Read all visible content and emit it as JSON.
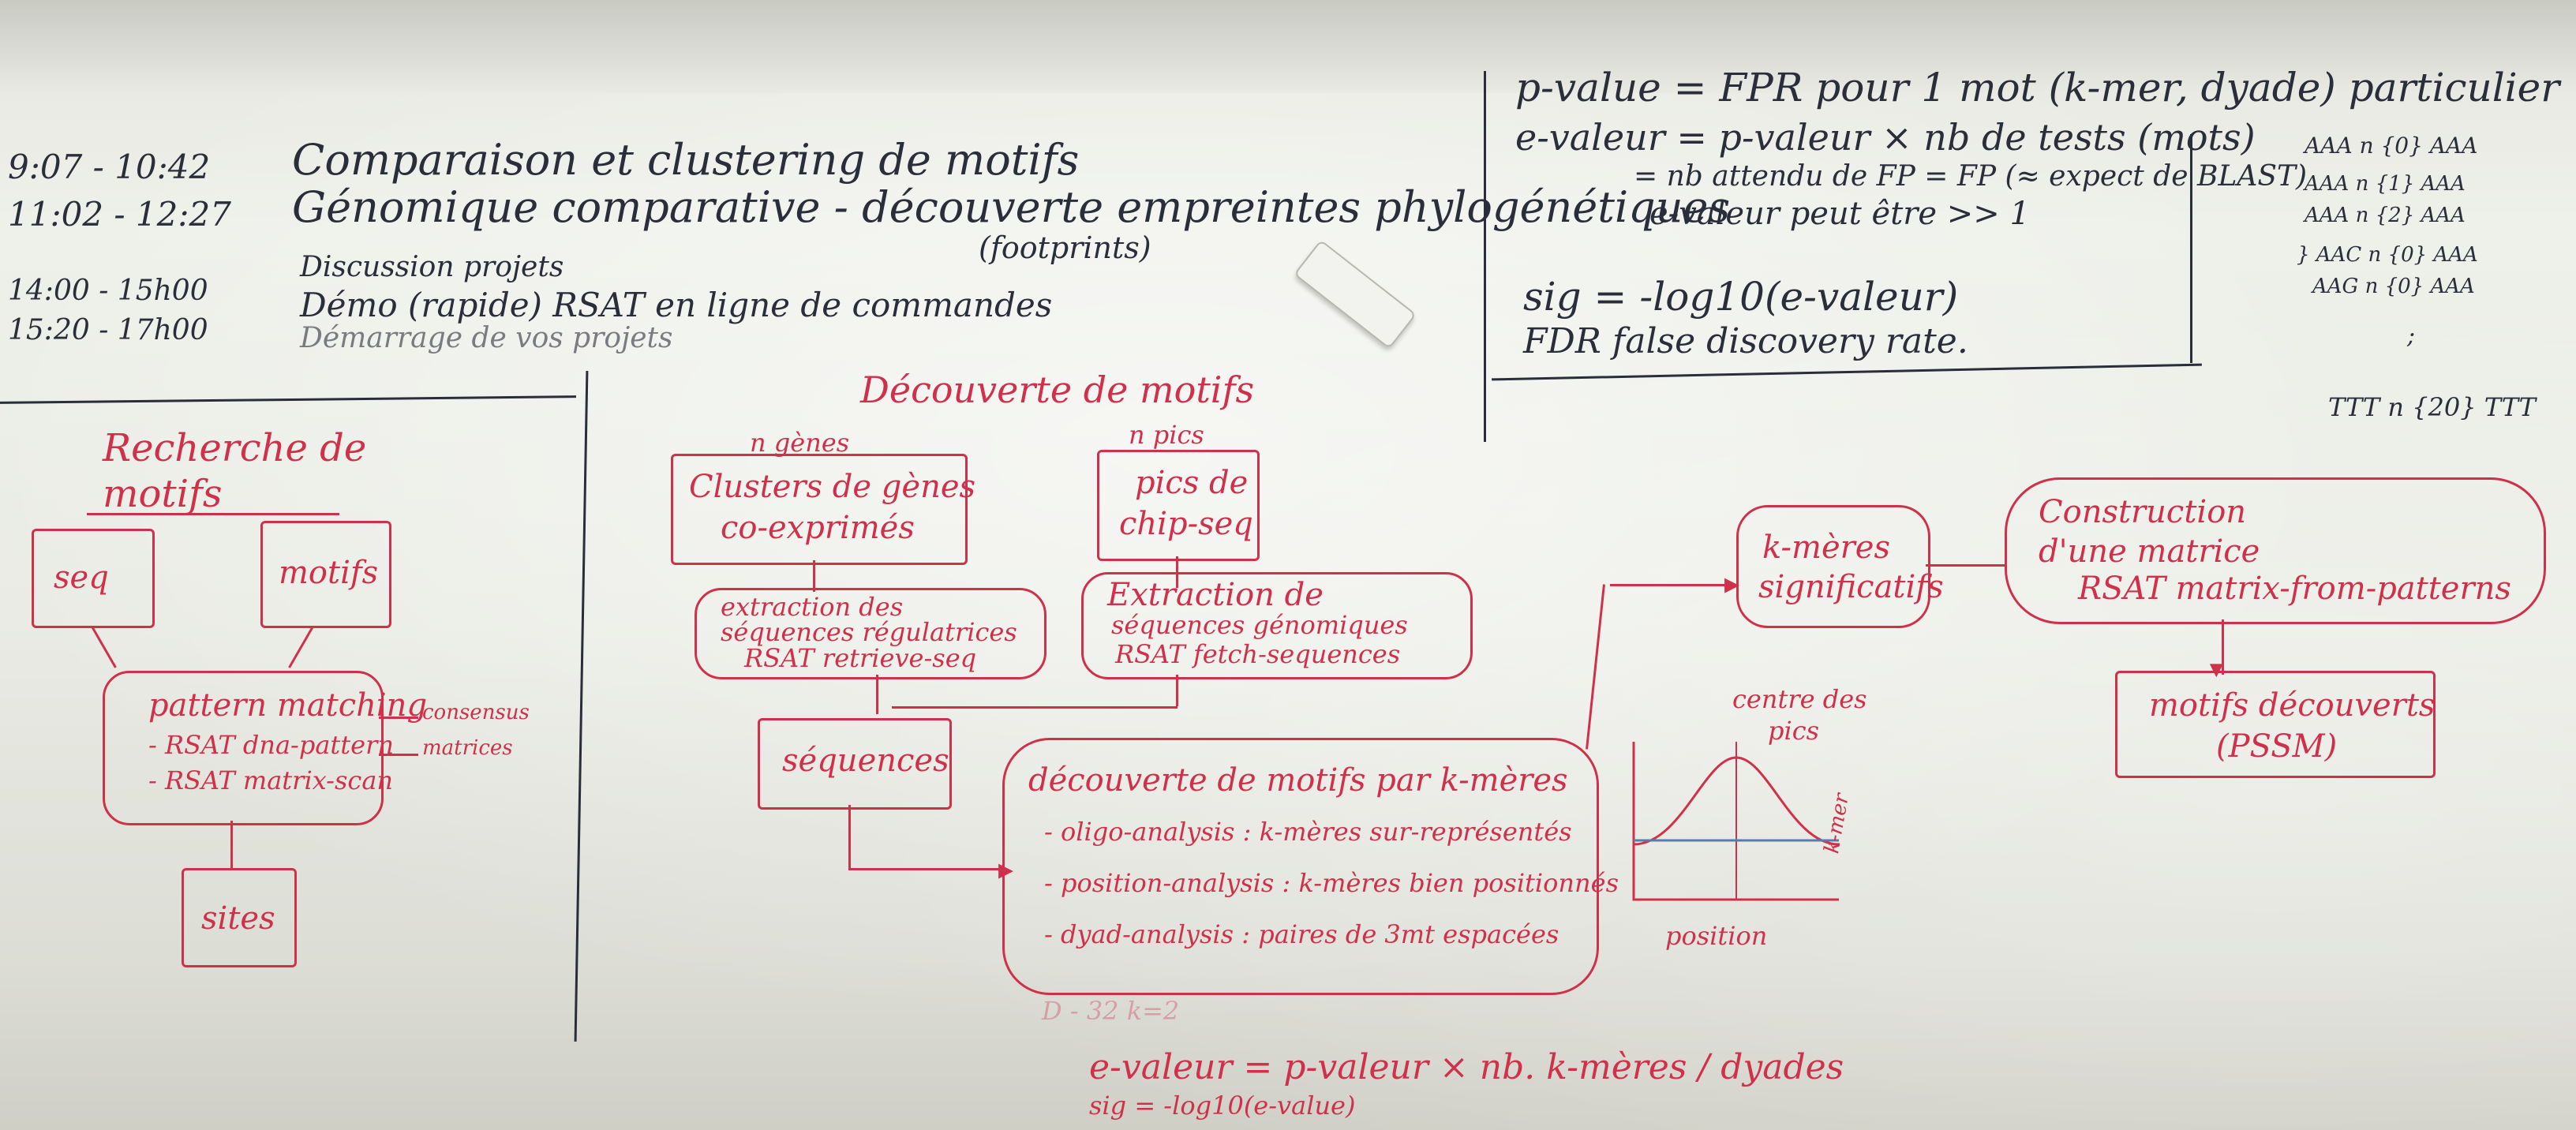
{
  "board": {
    "agenda": {
      "times": [
        "9:07 - 10:42",
        "11:02 - 12:27",
        "14:00 - 15h00",
        "15:20 - 17h00"
      ],
      "items": [
        "Comparaison et clustering de motifs",
        "Génomique comparative - découverte empreintes phylogénétiques",
        "(footprints)",
        "Discussion projets",
        "Démo (rapide) RSAT en ligne de commandes",
        "Démarrage de vos projets"
      ]
    },
    "stats": {
      "pvalue_line": "p-value = FPR   pour 1 mot (k-mer, dyade) particulier",
      "evalue_line": "e-valeur = p-valeur × nb de tests (mots)",
      "evalue_line2": "= nb attendu de FP = FP   (≈ expect de BLAST)",
      "warning": "e-valeur peut être >> 1",
      "sig_line": "sig = -log10(e-valeur)",
      "fdr_line": "FDR  false discovery rate.",
      "kmer_list": [
        "AAA n {0} AAA",
        "AAA n {1} AAA",
        "AAA n {2} AAA",
        "} AAC n {0} AAA",
        "AAG n {0} AAA",
        ";",
        "TTT n {20} TTT"
      ]
    },
    "left": {
      "title": "Recherche de motifs",
      "seq": "seq",
      "motifs": "motifs",
      "pattern_title": "pattern matching",
      "pattern_1": "- RSAT dna-pattern",
      "pattern_2": "- RSAT matrix-scan",
      "consensus": "consensus",
      "matrices": "matrices",
      "sites": "sites"
    },
    "center": {
      "title": "Découverte de motifs",
      "genes_label": "n gènes",
      "clusters_1": "Clusters de gènes",
      "clusters_2": "co-exprimés",
      "pics_label": "n pics",
      "pics_1": "pics de",
      "pics_2": "chip-seq",
      "extr1_1": "extraction des",
      "extr1_2": "séquences régulatrices",
      "extr1_3": "RSAT retrieve-seq",
      "extr2_1": "Extraction de",
      "extr2_2": "séquences génomiques",
      "extr2_3": "RSAT fetch-sequences",
      "sequences": "séquences",
      "disc_title": "découverte de motifs par k-mères",
      "disc_1": "- oligo-analysis : k-mères sur-représentés",
      "disc_2": "- position-analysis : k-mères bien positionnés",
      "disc_3": "- dyad-analysis : paires de 3mt espacées",
      "faint": "D - 32   k=2",
      "bottom_1": "e-valeur = p-valeur × nb. k-mères / dyades",
      "bottom_2": "sig = -log10(e-value)"
    },
    "right": {
      "kmers_1": "k-mères",
      "kmers_2": "significatifs",
      "plot_title_1": "centre des",
      "plot_title_2": "pics",
      "plot_x": "position",
      "plot_y": "k-mer",
      "construct_1": "Construction",
      "construct_2": "d'une matrice",
      "construct_3": "RSAT matrix-from-patterns",
      "motifs_1": "motifs découverts",
      "motifs_2": "(PSSM)"
    }
  }
}
